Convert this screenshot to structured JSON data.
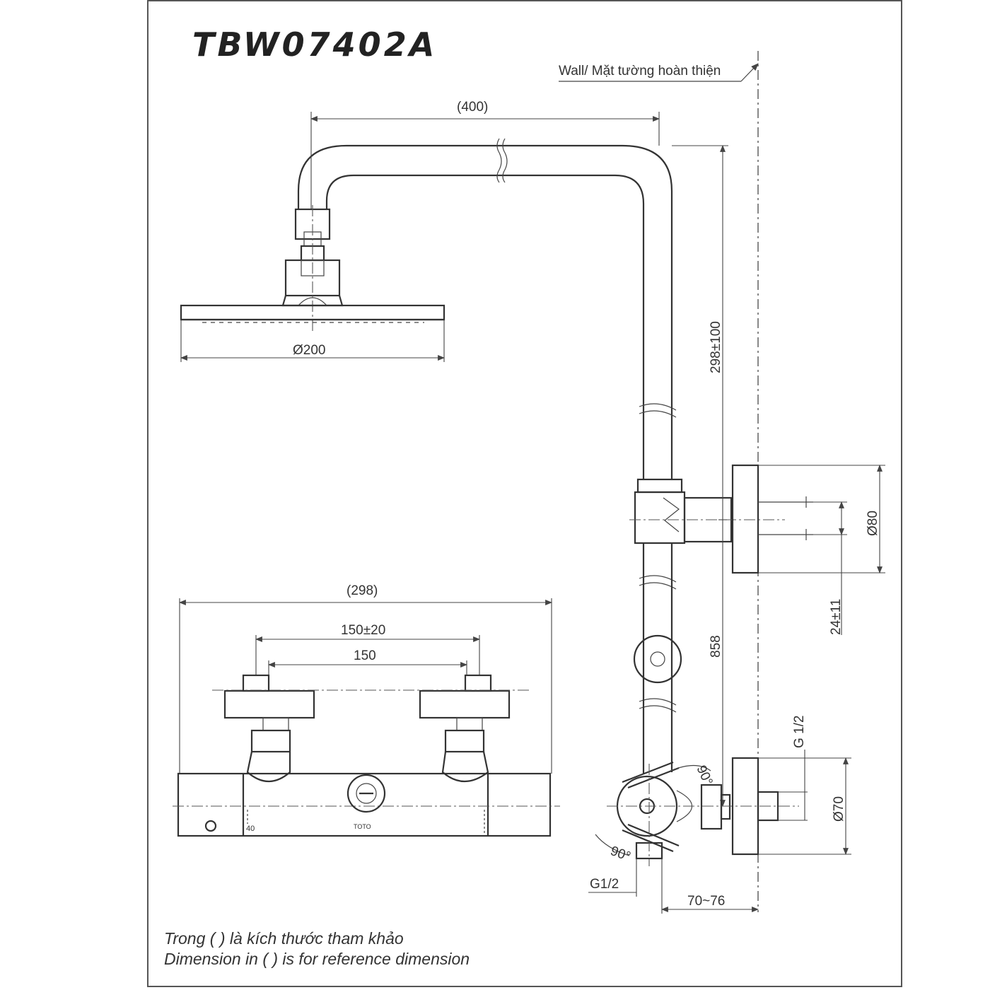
{
  "title": "TBW07402A",
  "labels": {
    "wall": "Wall/ Mặt tường hoàn thiện",
    "arm_length": "(400)",
    "head_diameter": "Ø200",
    "riser_adjust": "298±100",
    "bracket_diameter": "Ø80",
    "bracket_offset": "24±11",
    "riser_height": "858",
    "inlet_thread_side": "G 1/2",
    "connector_diameter": "Ø70",
    "angle_top": "90°",
    "angle_bottom": "90°",
    "inlet_thread_bottom": "G1/2",
    "wall_distance": "70~76",
    "mixer_length": "(298)",
    "centers_adjust": "150±20",
    "centers": "150",
    "scale_40": "40",
    "brand_mark": "TOTO"
  },
  "notes": {
    "vi": "Trong ( ) là kích thước tham khảo",
    "en": "Dimension in ( ) is for reference dimension"
  }
}
